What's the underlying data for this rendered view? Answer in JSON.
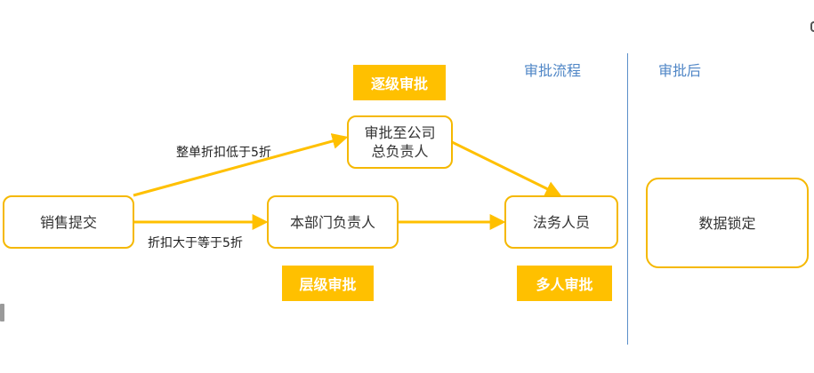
{
  "colors": {
    "node_border": "#F5B800",
    "tag_fill": "#FFC000",
    "arrow": "#FFC000",
    "section_text": "#4F86C6",
    "divider": "#5B8FC9"
  },
  "sections": {
    "approval_flow": "审批流程",
    "after_approval": "审批后"
  },
  "nodes": {
    "sales_submit": "销售提交",
    "company_head_line1": "审批至公司",
    "company_head_line2": "总负责人",
    "dept_head": "本部门负责人",
    "legal": "法务人员",
    "data_lock": "数据锁定"
  },
  "edge_labels": {
    "whole_discount_below_5": "整单折扣低于5折",
    "discount_above_5": "折扣大于等于5折"
  },
  "tags": {
    "step_by_step": "逐级审批",
    "hierarchical": "层级审批",
    "multi_person": "多人审批"
  }
}
